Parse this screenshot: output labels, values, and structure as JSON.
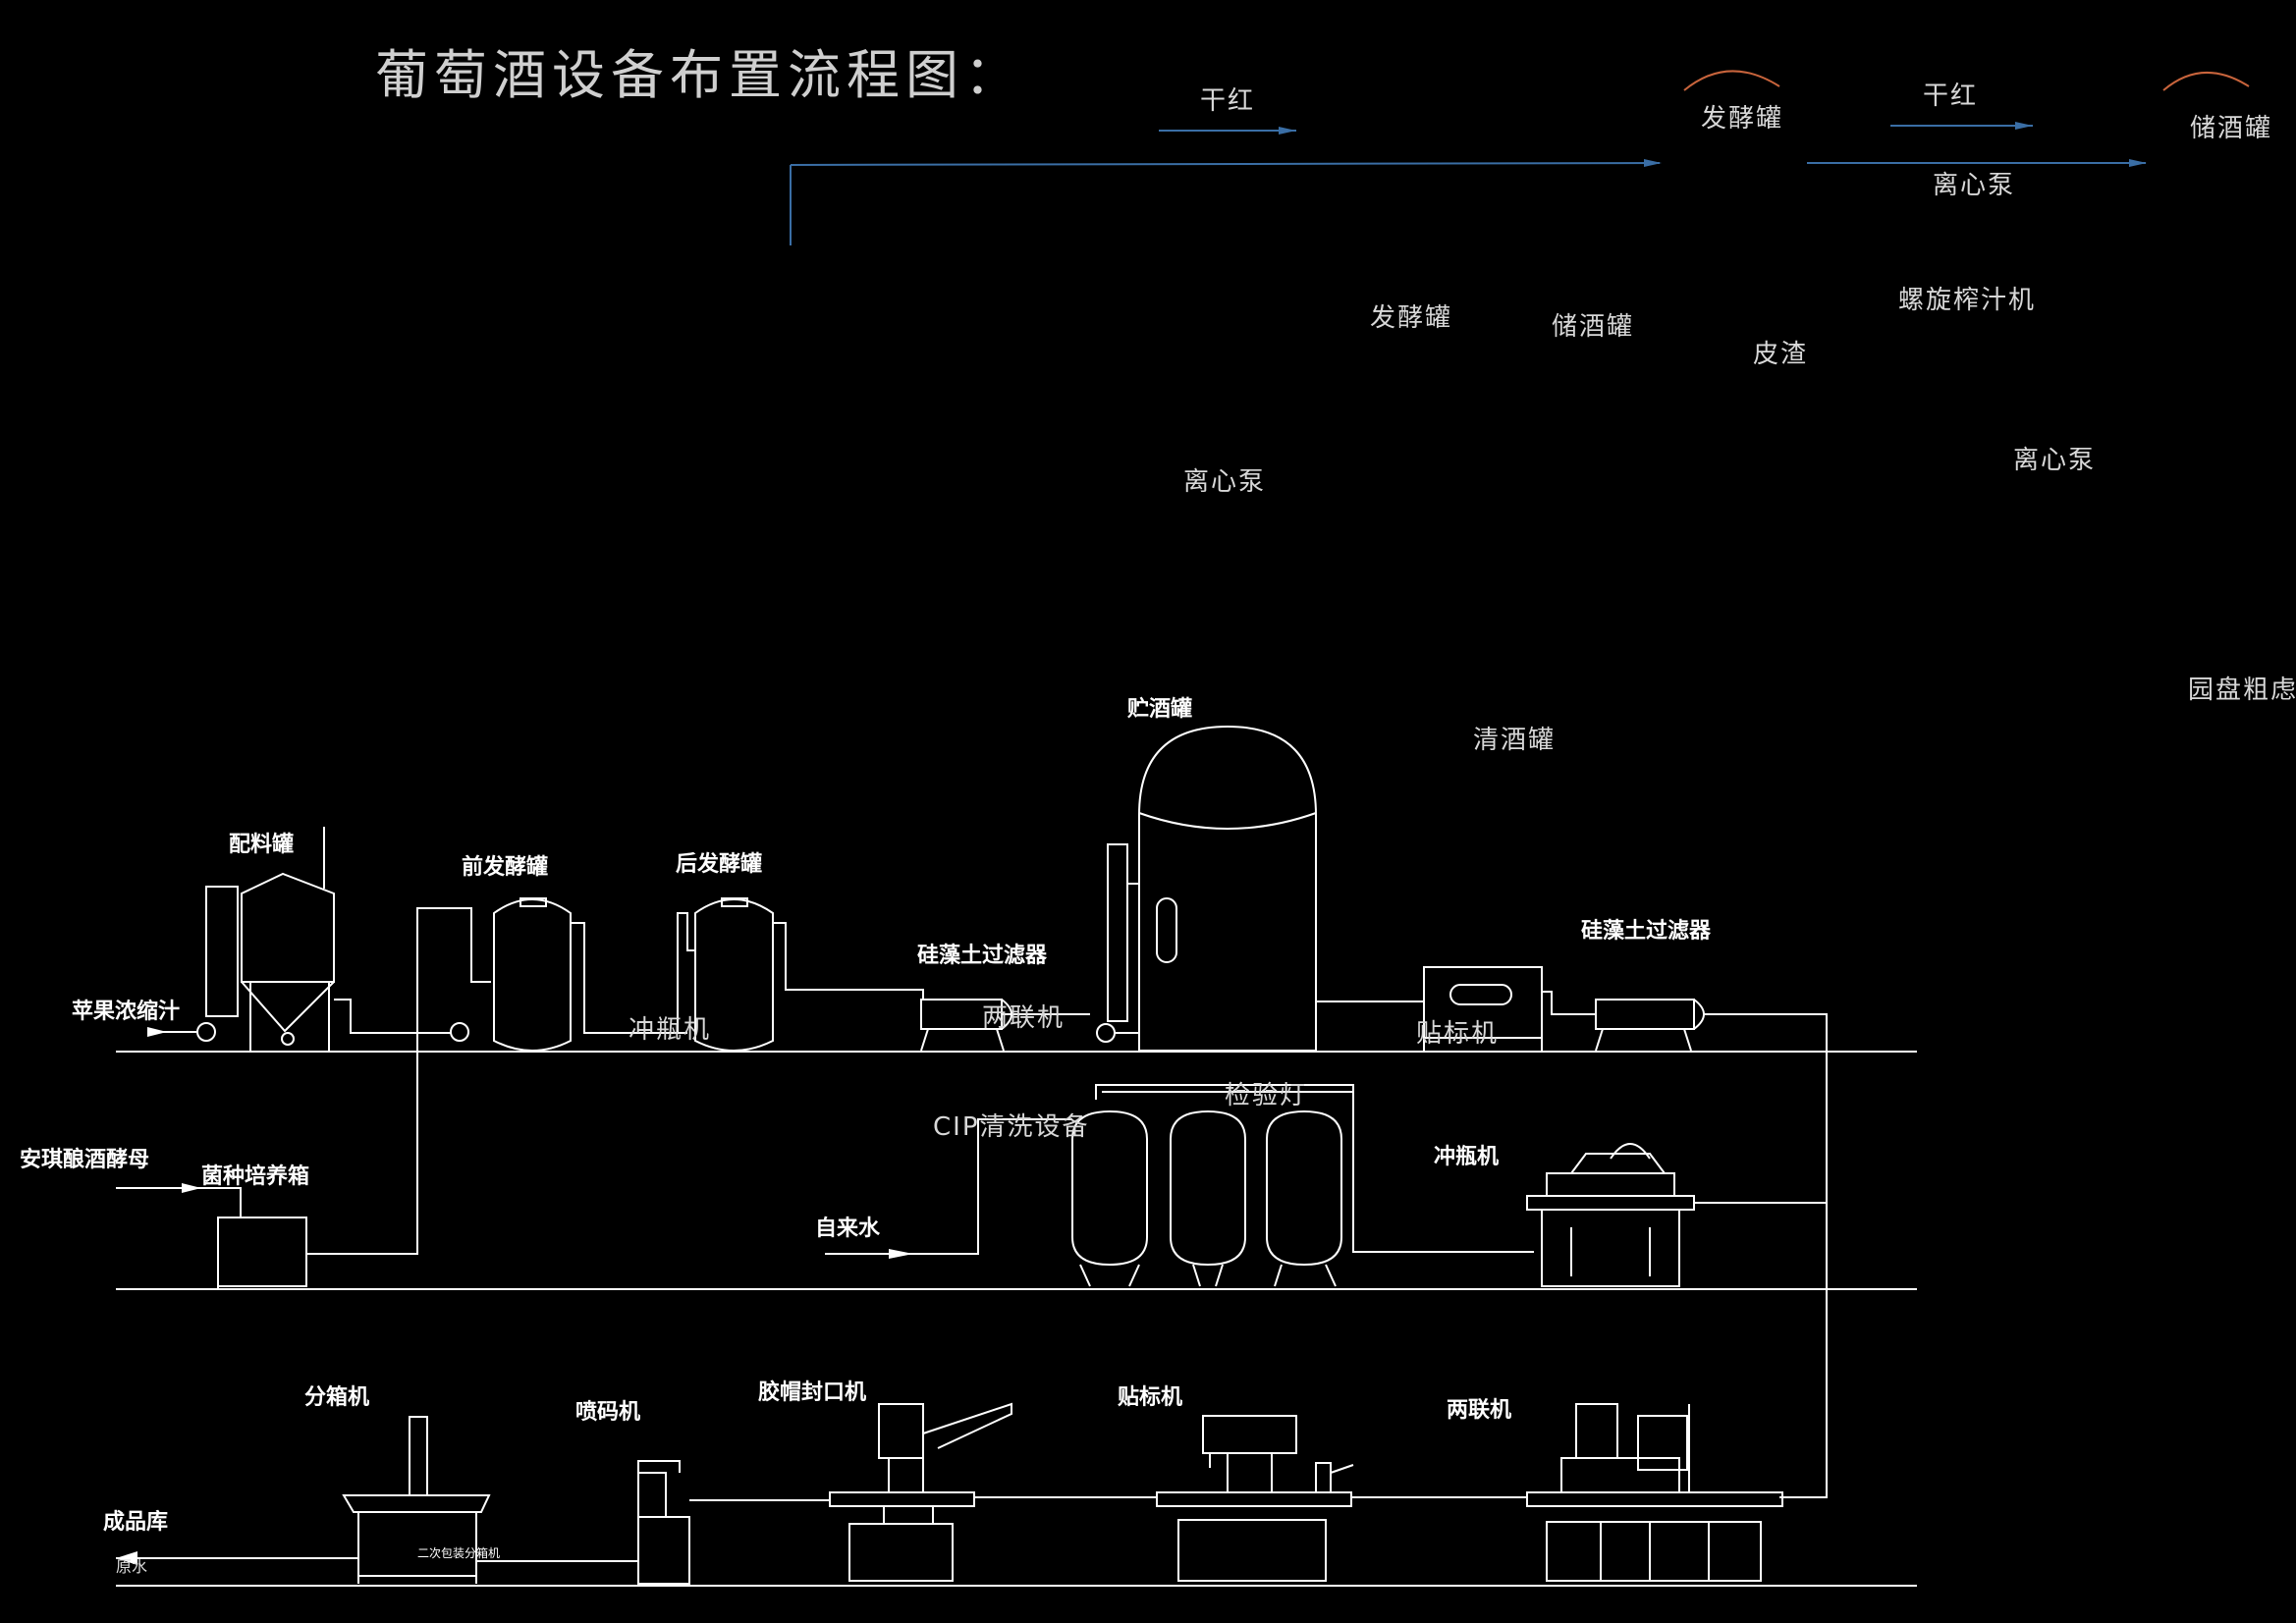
{
  "title": "葡萄酒设备布置流程图：",
  "top_flow": {
    "dry_red_1": "干红",
    "ferment_tank": "发酵罐",
    "dry_red_2": "干红",
    "storage_tank": "储酒罐",
    "centrifugal_pump": "离心泵"
  },
  "scattered": {
    "ferment_tank": "发酵罐",
    "storage_tank": "储酒罐",
    "screw_press": "螺旋榨汁机",
    "pomace": "皮渣",
    "pump_left": "离心泵",
    "pump_right": "离心泵",
    "disc_filter": "园盘粗虑",
    "clear_tank": "清酒罐",
    "rinser_overlay": "冲瓶机",
    "twin_overlay": "两联机",
    "labeler_overlay": "贴标机",
    "inspection_lamp": "检验灯",
    "cip": "CIP清洗设备"
  },
  "row1": {
    "batching_tank": "配料罐",
    "pre_ferment": "前发酵罐",
    "post_ferment": "后发酵罐",
    "storage_tank": "贮酒罐",
    "dia_filter_1": "硅藻土过滤器",
    "dia_filter_2": "硅藻土过滤器",
    "apple_juice": "苹果浓缩汁"
  },
  "row2": {
    "yeast": "安琪酿酒酵母",
    "incubator": "菌种培养箱",
    "tap_water": "自来水",
    "rinser": "冲瓶机"
  },
  "row3": {
    "warehouse": "成品库",
    "water": "原水",
    "case_packer": "分箱机",
    "case_packer_plate": "二次包装分箱机",
    "coder": "喷码机",
    "capper": "胶帽封口机",
    "labeler": "贴标机",
    "twin_machine": "两联机"
  },
  "colors": {
    "background": "#000000",
    "line": "#ffffff",
    "blue_line": "#3a6ea5",
    "arc": "#c8643c"
  }
}
